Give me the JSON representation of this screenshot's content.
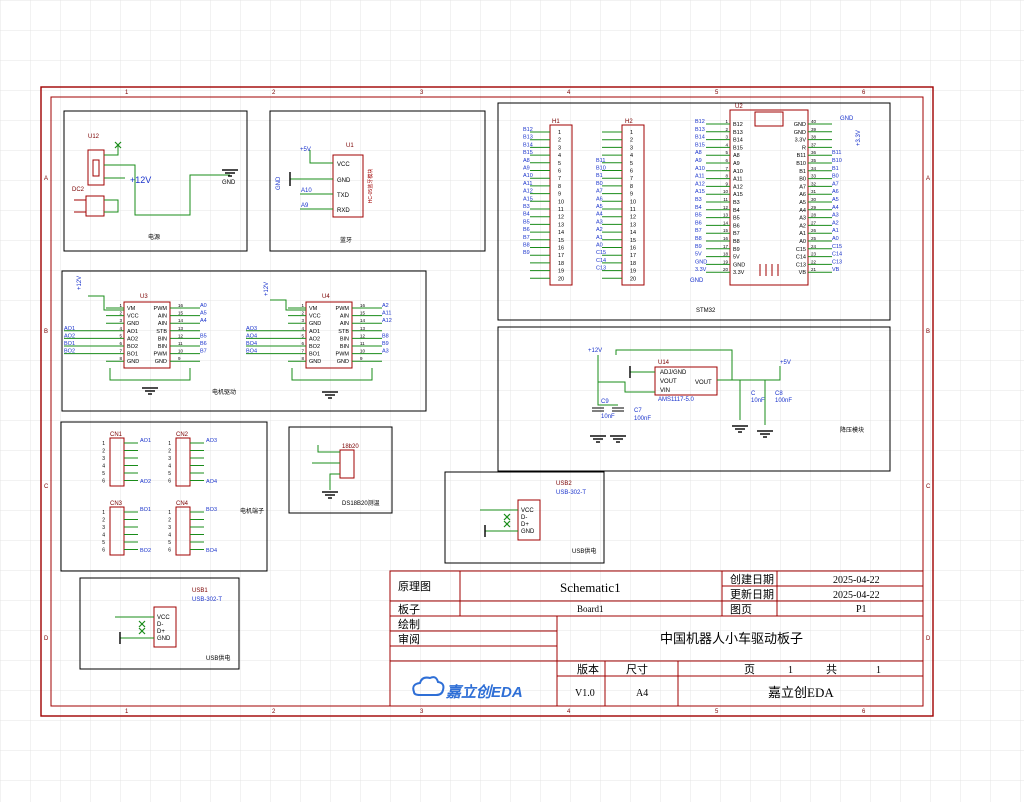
{
  "title_block": {
    "row1_label": "原理图",
    "schematic_name": "Schematic1",
    "created_label": "创建日期",
    "created_date": "2025-04-22",
    "updated_label": "更新日期",
    "updated_date": "2025-04-22",
    "board_label": "板子",
    "board_name": "Board1",
    "page_label": "图页",
    "page_name": "P1",
    "drawn_label": "绘制",
    "review_label": "审阅",
    "project_title": "中国机器人小车驱动板子",
    "version_label": "版本",
    "size_label": "尺寸",
    "page_word": "页",
    "page_num": "1",
    "total_word": "共",
    "total_num": "1",
    "version": "V1.0",
    "size": "A4",
    "company": "嘉立创EDA",
    "logo_text": "嘉立创EDA"
  },
  "frame": {
    "cols": [
      "1",
      "2",
      "3",
      "4",
      "5",
      "6"
    ],
    "rows": [
      "A",
      "B",
      "C",
      "D"
    ]
  },
  "modules": {
    "power": {
      "title": "电源",
      "ref1": "U12",
      "ref2": "DC2",
      "net_12v": "+12V",
      "gnd": "GND"
    },
    "bluetooth": {
      "title": "蓝牙",
      "ref": "U1",
      "part": "HC-05蓝牙模块",
      "pins": [
        "VCC",
        "GND",
        "TXD",
        "RXD"
      ],
      "nets": [
        "+5V",
        "GND",
        "A10",
        "A9"
      ]
    },
    "stm32": {
      "title": "STM32",
      "ref": "U2",
      "h1": "H1",
      "h2": "H2",
      "left_pins": [
        "B12",
        "B13",
        "B14",
        "B15",
        "A8",
        "A9",
        "A10",
        "A11",
        "A12",
        "A15",
        "B3",
        "B4",
        "B5",
        "B6",
        "B7",
        "B8",
        "B9",
        "5V",
        "GND",
        "3.3V"
      ],
      "right_pins": [
        "GND",
        "GND",
        "3.3V",
        "R",
        "B11",
        "B10",
        "B1",
        "B0",
        "A7",
        "A6",
        "A5",
        "A4",
        "A3",
        "A2",
        "A1",
        "A0",
        "C15",
        "C14",
        "C13",
        "VB"
      ],
      "gnd_net": "GND",
      "v33": "+3.3V"
    },
    "motor_drive": {
      "title": "电机驱动",
      "ref_a": "U3",
      "ref_b": "U4",
      "left_pins": [
        "VM",
        "VCC",
        "GND",
        "AO1",
        "AO2",
        "BO2",
        "BO1",
        "GND"
      ],
      "right_pins": [
        "PWM",
        "AIN",
        "AIN",
        "STB",
        "BIN",
        "BIN",
        "PWM",
        "GND"
      ],
      "a_outputs": [
        "AO1",
        "AO2",
        "BO1",
        "BO2"
      ],
      "b_outputs": [
        "AO3",
        "AO4",
        "BO4",
        "BO4"
      ]
    },
    "regulator": {
      "title": "降压模块",
      "ref": "U14",
      "part": "AMS1117-5.0",
      "pins": [
        "ADJ/GND",
        "VOUT",
        "VIN"
      ],
      "vout": "VOUT",
      "in_net": "+12V",
      "out_net": "+5V",
      "caps": [
        {
          "ref": "C9",
          "val": "10nF"
        },
        {
          "ref": "C7",
          "val": "100nF"
        },
        {
          "ref": "C",
          "val": "10nF"
        },
        {
          "ref": "C8",
          "val": "100nF"
        }
      ]
    },
    "motor_port": {
      "title": "电机端子",
      "refs": [
        "CN1",
        "CN2",
        "CN3",
        "CN4"
      ],
      "nets": [
        "AO1",
        "AO2",
        "AO3",
        "AO4",
        "BO1",
        "BO2",
        "BO3",
        "BO4"
      ]
    },
    "ds18b20": {
      "title": "DS18B20测温",
      "ref": "18b20"
    },
    "usb2": {
      "title": "USB供电",
      "ref": "USB2",
      "part": "USB-302-T",
      "pins": [
        "VCC",
        "D-",
        "D+",
        "GND"
      ]
    },
    "usb1": {
      "title": "USB供电",
      "ref": "USB1",
      "part": "USB-302-T",
      "pins": [
        "VCC",
        "D-",
        "D+",
        "GND"
      ]
    }
  },
  "colors": {
    "frame": "#a00000",
    "wire": "#1a8c1a",
    "net": "#1a33cc",
    "part": "#a00000",
    "grid": "#e6e6e6"
  }
}
